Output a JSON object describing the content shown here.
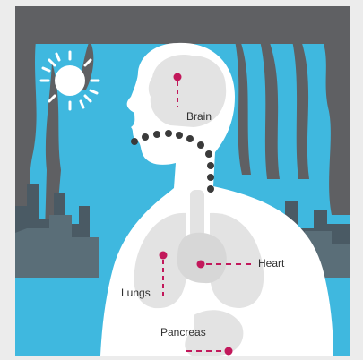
{
  "organs": {
    "brain": {
      "label": "Brain"
    },
    "heart": {
      "label": "Heart"
    },
    "lungs": {
      "label": "Lungs"
    },
    "pancreas": {
      "label": "Pancreas"
    }
  },
  "colors": {
    "sky": "#3fb8df",
    "smoke": "#5f6063",
    "body": "#ffffff",
    "organ": "#e3e3e3",
    "marker": "#c2185b",
    "frame": "#ececec"
  }
}
